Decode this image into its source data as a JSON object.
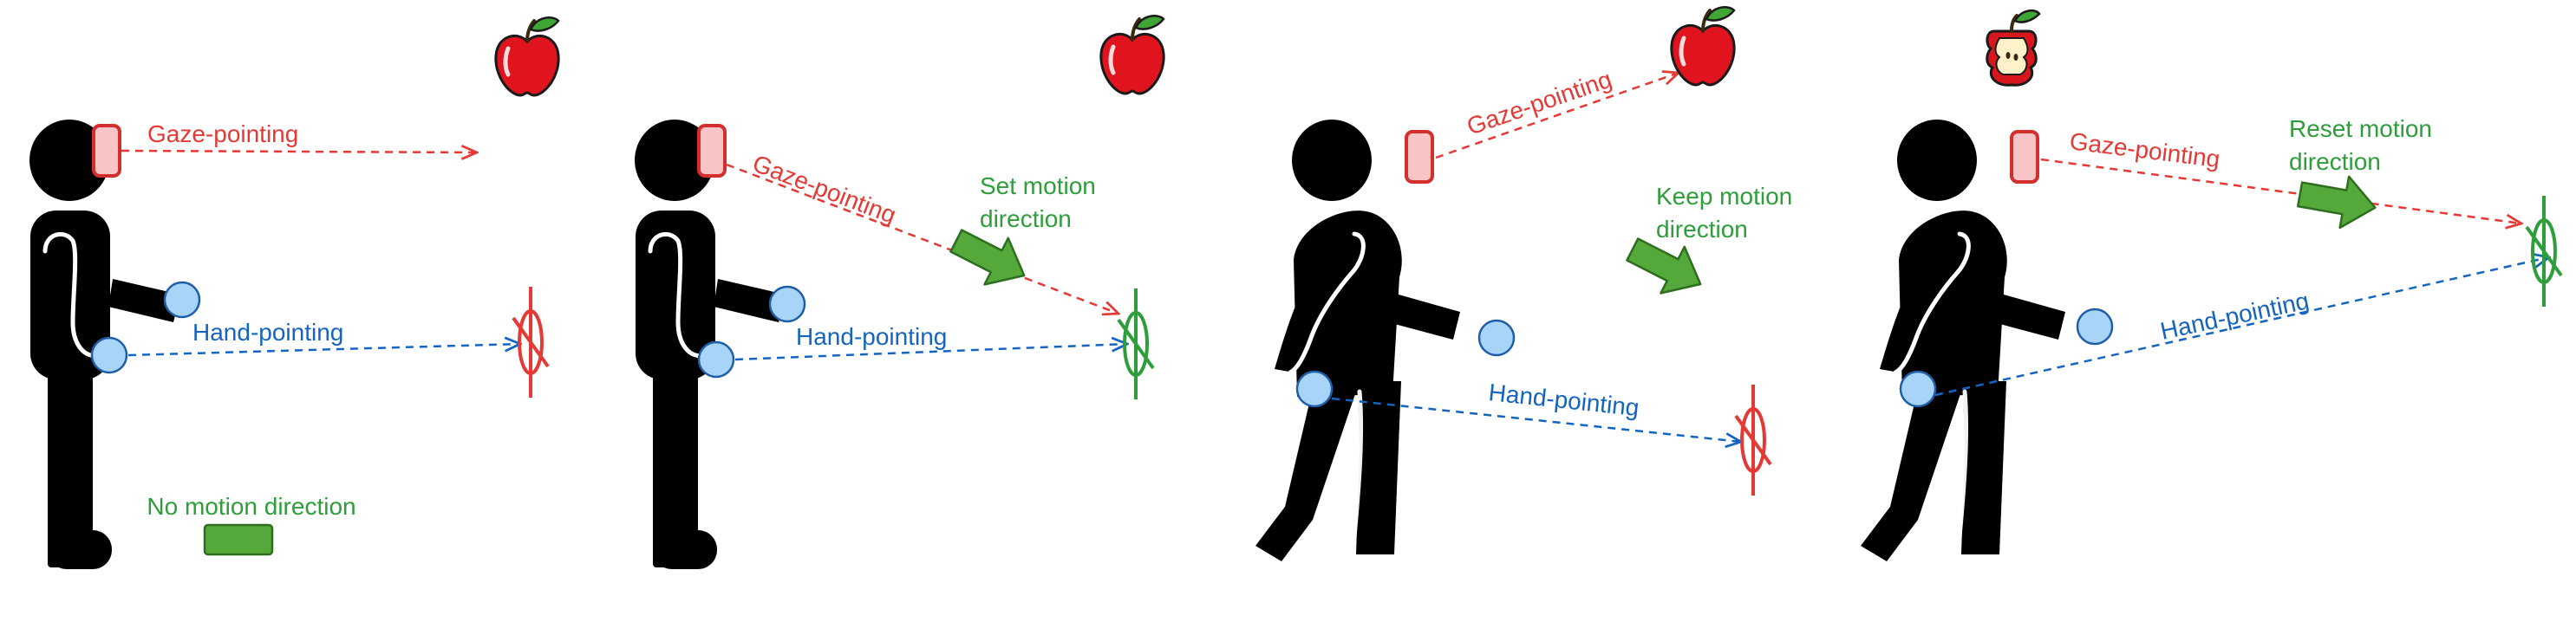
{
  "colors": {
    "gaze": "#e53935",
    "hand": "#1565c0",
    "green": "#2e9e3a",
    "arrow_fill": "#55a83a",
    "target_red": "#e53935",
    "target_green": "#2e9e3a"
  },
  "panels": [
    {
      "gaze_label": "Gaze-pointing",
      "hand_label": "Hand-pointing",
      "motion_label_1": "No motion direction",
      "motion_label_2": "",
      "apple_icon": "apple-icon",
      "target_icon": "crosshair-red-icon",
      "motion_icon": "stop-bar-icon"
    },
    {
      "gaze_label": "Gaze-pointing",
      "hand_label": "Hand-pointing",
      "motion_label_1": "Set motion",
      "motion_label_2": "direction",
      "apple_icon": "apple-icon",
      "target_icon": "crosshair-green-icon",
      "motion_icon": "motion-arrow-icon"
    },
    {
      "gaze_label": "Gaze-pointing",
      "hand_label": "Hand-pointing",
      "motion_label_1": "Keep motion",
      "motion_label_2": "direction",
      "apple_icon": "apple-icon",
      "target_icon": "crosshair-red-icon",
      "motion_icon": "motion-arrow-icon"
    },
    {
      "gaze_label": "Gaze-pointing",
      "hand_label": "Hand-pointing",
      "motion_label_1": "Reset motion",
      "motion_label_2": "direction",
      "apple_icon": "apple-core-icon",
      "target_icon": "crosshair-green-icon",
      "motion_icon": "motion-arrow-icon"
    }
  ]
}
